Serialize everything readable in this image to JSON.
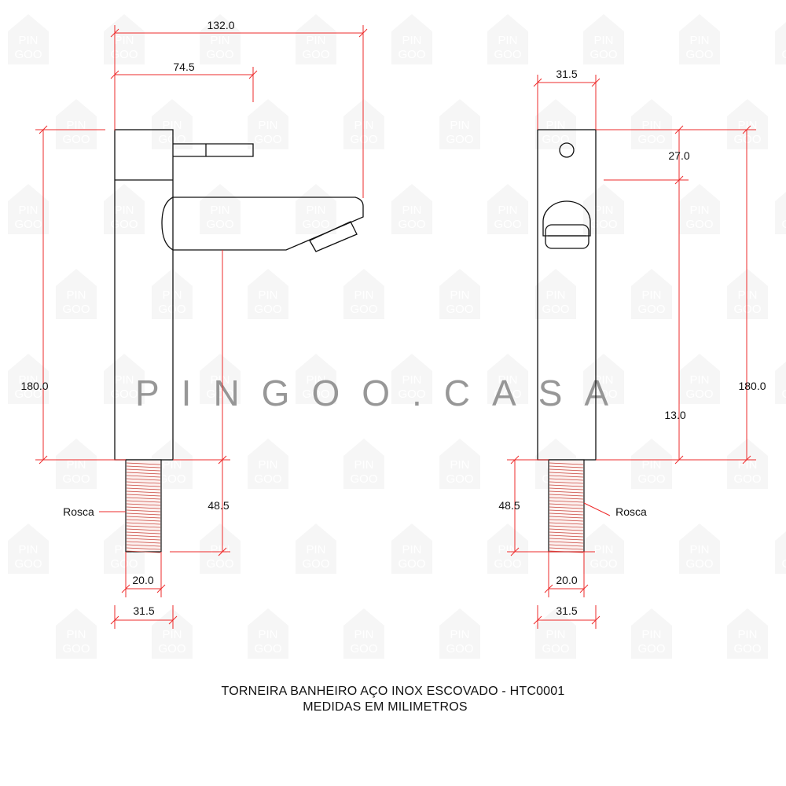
{
  "watermark": {
    "text": "PINGOO.CASA",
    "tile_top": "PIN",
    "tile_bottom": "GOO"
  },
  "colors": {
    "dimension_line": "#ee2b2b",
    "outline": "#111111",
    "thread": "#c9473f"
  },
  "front_view": {
    "dims": {
      "total_width": "132.0",
      "lever_width": "74.5",
      "height": "180.0",
      "thread_length": "48.5",
      "thread_diameter": "20.0",
      "base_width": "31.5"
    },
    "thread_label": "Rosca"
  },
  "side_view": {
    "dims": {
      "top_width": "31.5",
      "top_segment": "27.0",
      "height": "180.0",
      "lower_segment": "13.0",
      "thread_length": "48.5",
      "thread_diameter": "20.0",
      "base_width": "31.5"
    },
    "thread_label": "Rosca"
  },
  "caption": {
    "line1": "TORNEIRA BANHEIRO AÇO INOX ESCOVADO - HTC0001",
    "line2": "MEDIDAS EM MILIMETROS"
  }
}
